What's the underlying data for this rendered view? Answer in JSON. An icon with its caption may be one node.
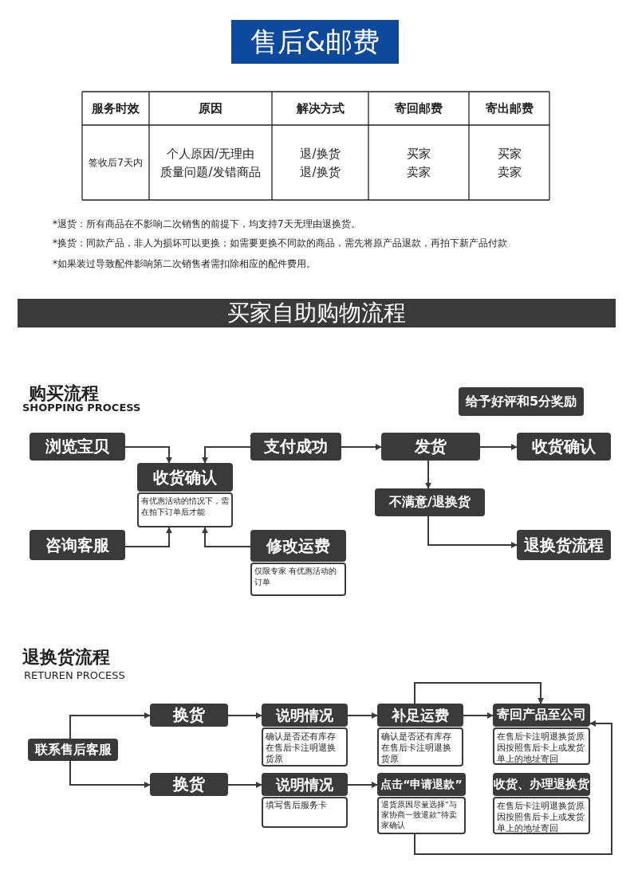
{
  "diagram": {
    "title": "售后&邮费",
    "nodes": [
      {
        "text": [
          "浏览宝贝"
        ]
      },
      {
        "text": [
          "收货确认",
          "有优惠活动的情况下，需在拍下订单后才能"
        ]
      },
      {
        "text": [
          "支付成功"
        ]
      },
      {
        "text": [
          "发货"
        ]
      },
      {
        "text": [
          "收货确认"
        ]
      },
      {
        "text": [
          "咨询客服"
        ]
      },
      {
        "text": [
          "修改运费",
          "仅限专家 有优惠活动的订单"
        ]
      },
      {
        "text": [
          "不满意/退换货"
        ]
      },
      {
        "text": [
          "退换货流程"
        ]
      },
      {
        "text": [
          "给予好评和5分奖励"
        ]
      },
      {
        "text": [
          "联系售后客服"
        ]
      },
      {
        "text": [
          "换货"
        ]
      },
      {
        "text": [
          "换货"
        ]
      },
      {
        "text": [
          "说明情况",
          "确认是否还有库存在售后卡注明退换货原"
        ]
      },
      {
        "text": [
          "说明情况",
          "填写售后服务卡"
        ]
      },
      {
        "text": [
          "补足运费",
          "确认是否还有库存在售后卡注明退换货原"
        ]
      },
      {
        "text": [
          "点击“申请退款”",
          "退货原因尽量选择“与家协商一致退款”待卖家确认"
        ]
      },
      {
        "text": [
          "寄回产品至公司",
          "在售后卡注明退换货原因按照售后卡上或发货单上的地址寄回"
        ]
      },
      {
        "text": [
          "收货、办理退换货",
          "在售后卡注明退换货原因按照售后卡上或发货单上的地址寄回"
        ]
      }
    ],
    "edges": [
      {
        "from": 0,
        "to": 1,
        "arrow": "to"
      },
      {
        "from": 2,
        "to": 1,
        "arrow": "to"
      },
      {
        "from": 5,
        "to": 1,
        "arrow": "to"
      },
      {
        "from": 6,
        "to": 1,
        "arrow": "to"
      },
      {
        "from": 2,
        "to": 3,
        "arrow": "to"
      },
      {
        "from": 3,
        "to": 4,
        "arrow": "to"
      },
      {
        "from": 3,
        "to": 7,
        "arrow": "to"
      },
      {
        "from": 7,
        "to": 8,
        "arrow": "to"
      },
      {
        "from": 10,
        "to": 11,
        "arrow": "to"
      },
      {
        "from": 10,
        "to": 12,
        "arrow": "to"
      },
      {
        "from": 11,
        "to": 13,
        "arrow": "to"
      },
      {
        "from": 12,
        "to": 14,
        "arrow": "to"
      },
      {
        "from": 13,
        "to": 15,
        "arrow": "to"
      },
      {
        "from": 14,
        "to": 16,
        "arrow": "to"
      },
      {
        "from": 15,
        "to": 17,
        "arrow": "to"
      },
      {
        "from": 15,
        "to": 17,
        "arrow": "to"
      },
      {
        "from": 16,
        "to": 17,
        "arrow": "to"
      }
    ],
    "labels": [
      "服务时效",
      "原因",
      "解决方式",
      "寄回邮费",
      "寄出邮费",
      "签收后7天内",
      "个人原因/无理由",
      "质量问题/发错商品",
      "退/换货",
      "退/换货",
      "买家",
      "卖家",
      "买家",
      "卖家",
      "*退货：所有商品在不影响二次销售的前提下，均支持7天无理由退换货。",
      "*换货：同款产品，非人为损坏可以更换；如需要更换不同款的商品，需先将原产品退款，再拍下新产品付款",
      "*如果装过导致配件影响第二次销售者需扣除相应的配件费用。",
      "买家自助购物流程",
      "购买流程",
      "SHOPPING PROCESS",
      "退换货流程",
      "RETUREN PROCESS"
    ]
  }
}
